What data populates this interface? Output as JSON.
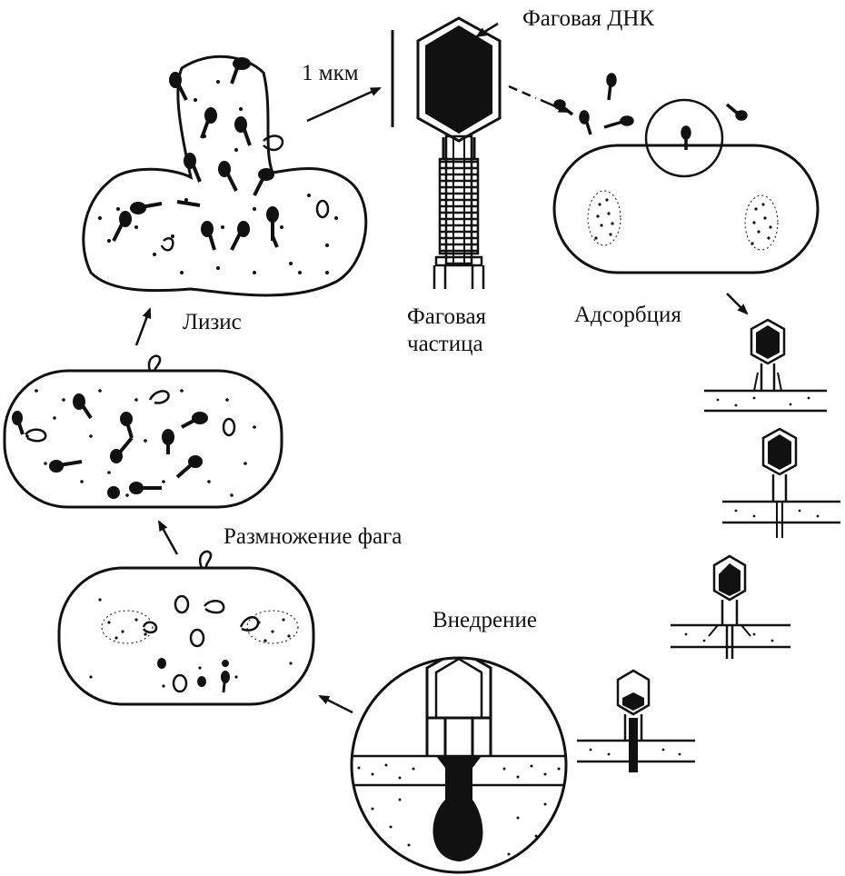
{
  "labels": {
    "phage_dna": "Фаговая ДНК",
    "scale": "1 мкм",
    "phage_particle_line1": "Фаговая",
    "phage_particle_line2": "частица",
    "adsorption": "Адсорбция",
    "lysis": "Лизис",
    "multiplication": "Размножение фага",
    "injection": "Внедрение"
  }
}
